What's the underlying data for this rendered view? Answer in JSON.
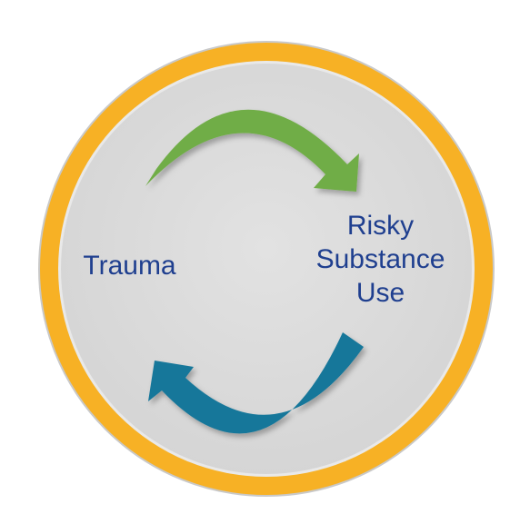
{
  "diagram": {
    "labels": {
      "left": "Trauma",
      "right": [
        "Risky",
        "Substance",
        "Use"
      ]
    },
    "arrows": [
      {
        "name": "top-arrow",
        "from": "Trauma",
        "to": "Risky Substance Use",
        "color": "#70ad47"
      },
      {
        "name": "bottom-arrow",
        "from": "Risky Substance Use",
        "to": "Trauma",
        "color": "#17779a"
      }
    ],
    "colors": {
      "outer_ring": "#f7b125",
      "ring_edge": "#c9c9c9",
      "inner_fill": "#d9d9d9",
      "label_text": "#1f3f8f"
    }
  }
}
